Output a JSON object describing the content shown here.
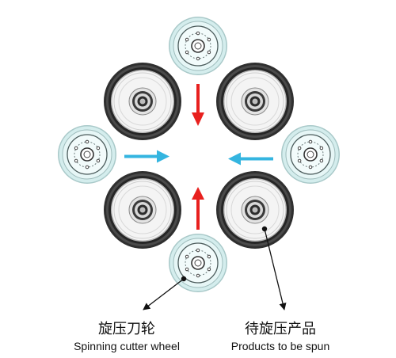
{
  "colors": {
    "red_arrow": "#e8201e",
    "blue_arrow": "#34b5e0",
    "cutter_rim": "#d2ecec",
    "cutter_face": "#edf9f9",
    "tire_dark": "#3a3a3a",
    "rim_light": "#f2f2f2"
  },
  "labels": {
    "cutter_cn": "旋压刀轮",
    "cutter_en": "Spinning cutter wheel",
    "product_cn": "待旋压产品",
    "product_en": "Products to be spun"
  }
}
